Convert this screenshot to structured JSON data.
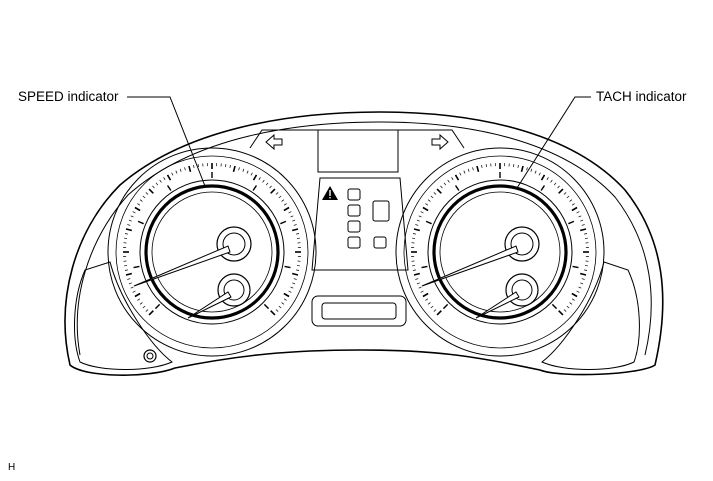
{
  "callouts": {
    "speed": "SPEED indicator",
    "tach": "TACH indicator"
  },
  "figure_code": "H",
  "icons": [
    "left-arrow-icon",
    "right-arrow-icon",
    "warning-triangle-icon"
  ],
  "colors": {
    "line": "#000000",
    "background": "#ffffff"
  }
}
